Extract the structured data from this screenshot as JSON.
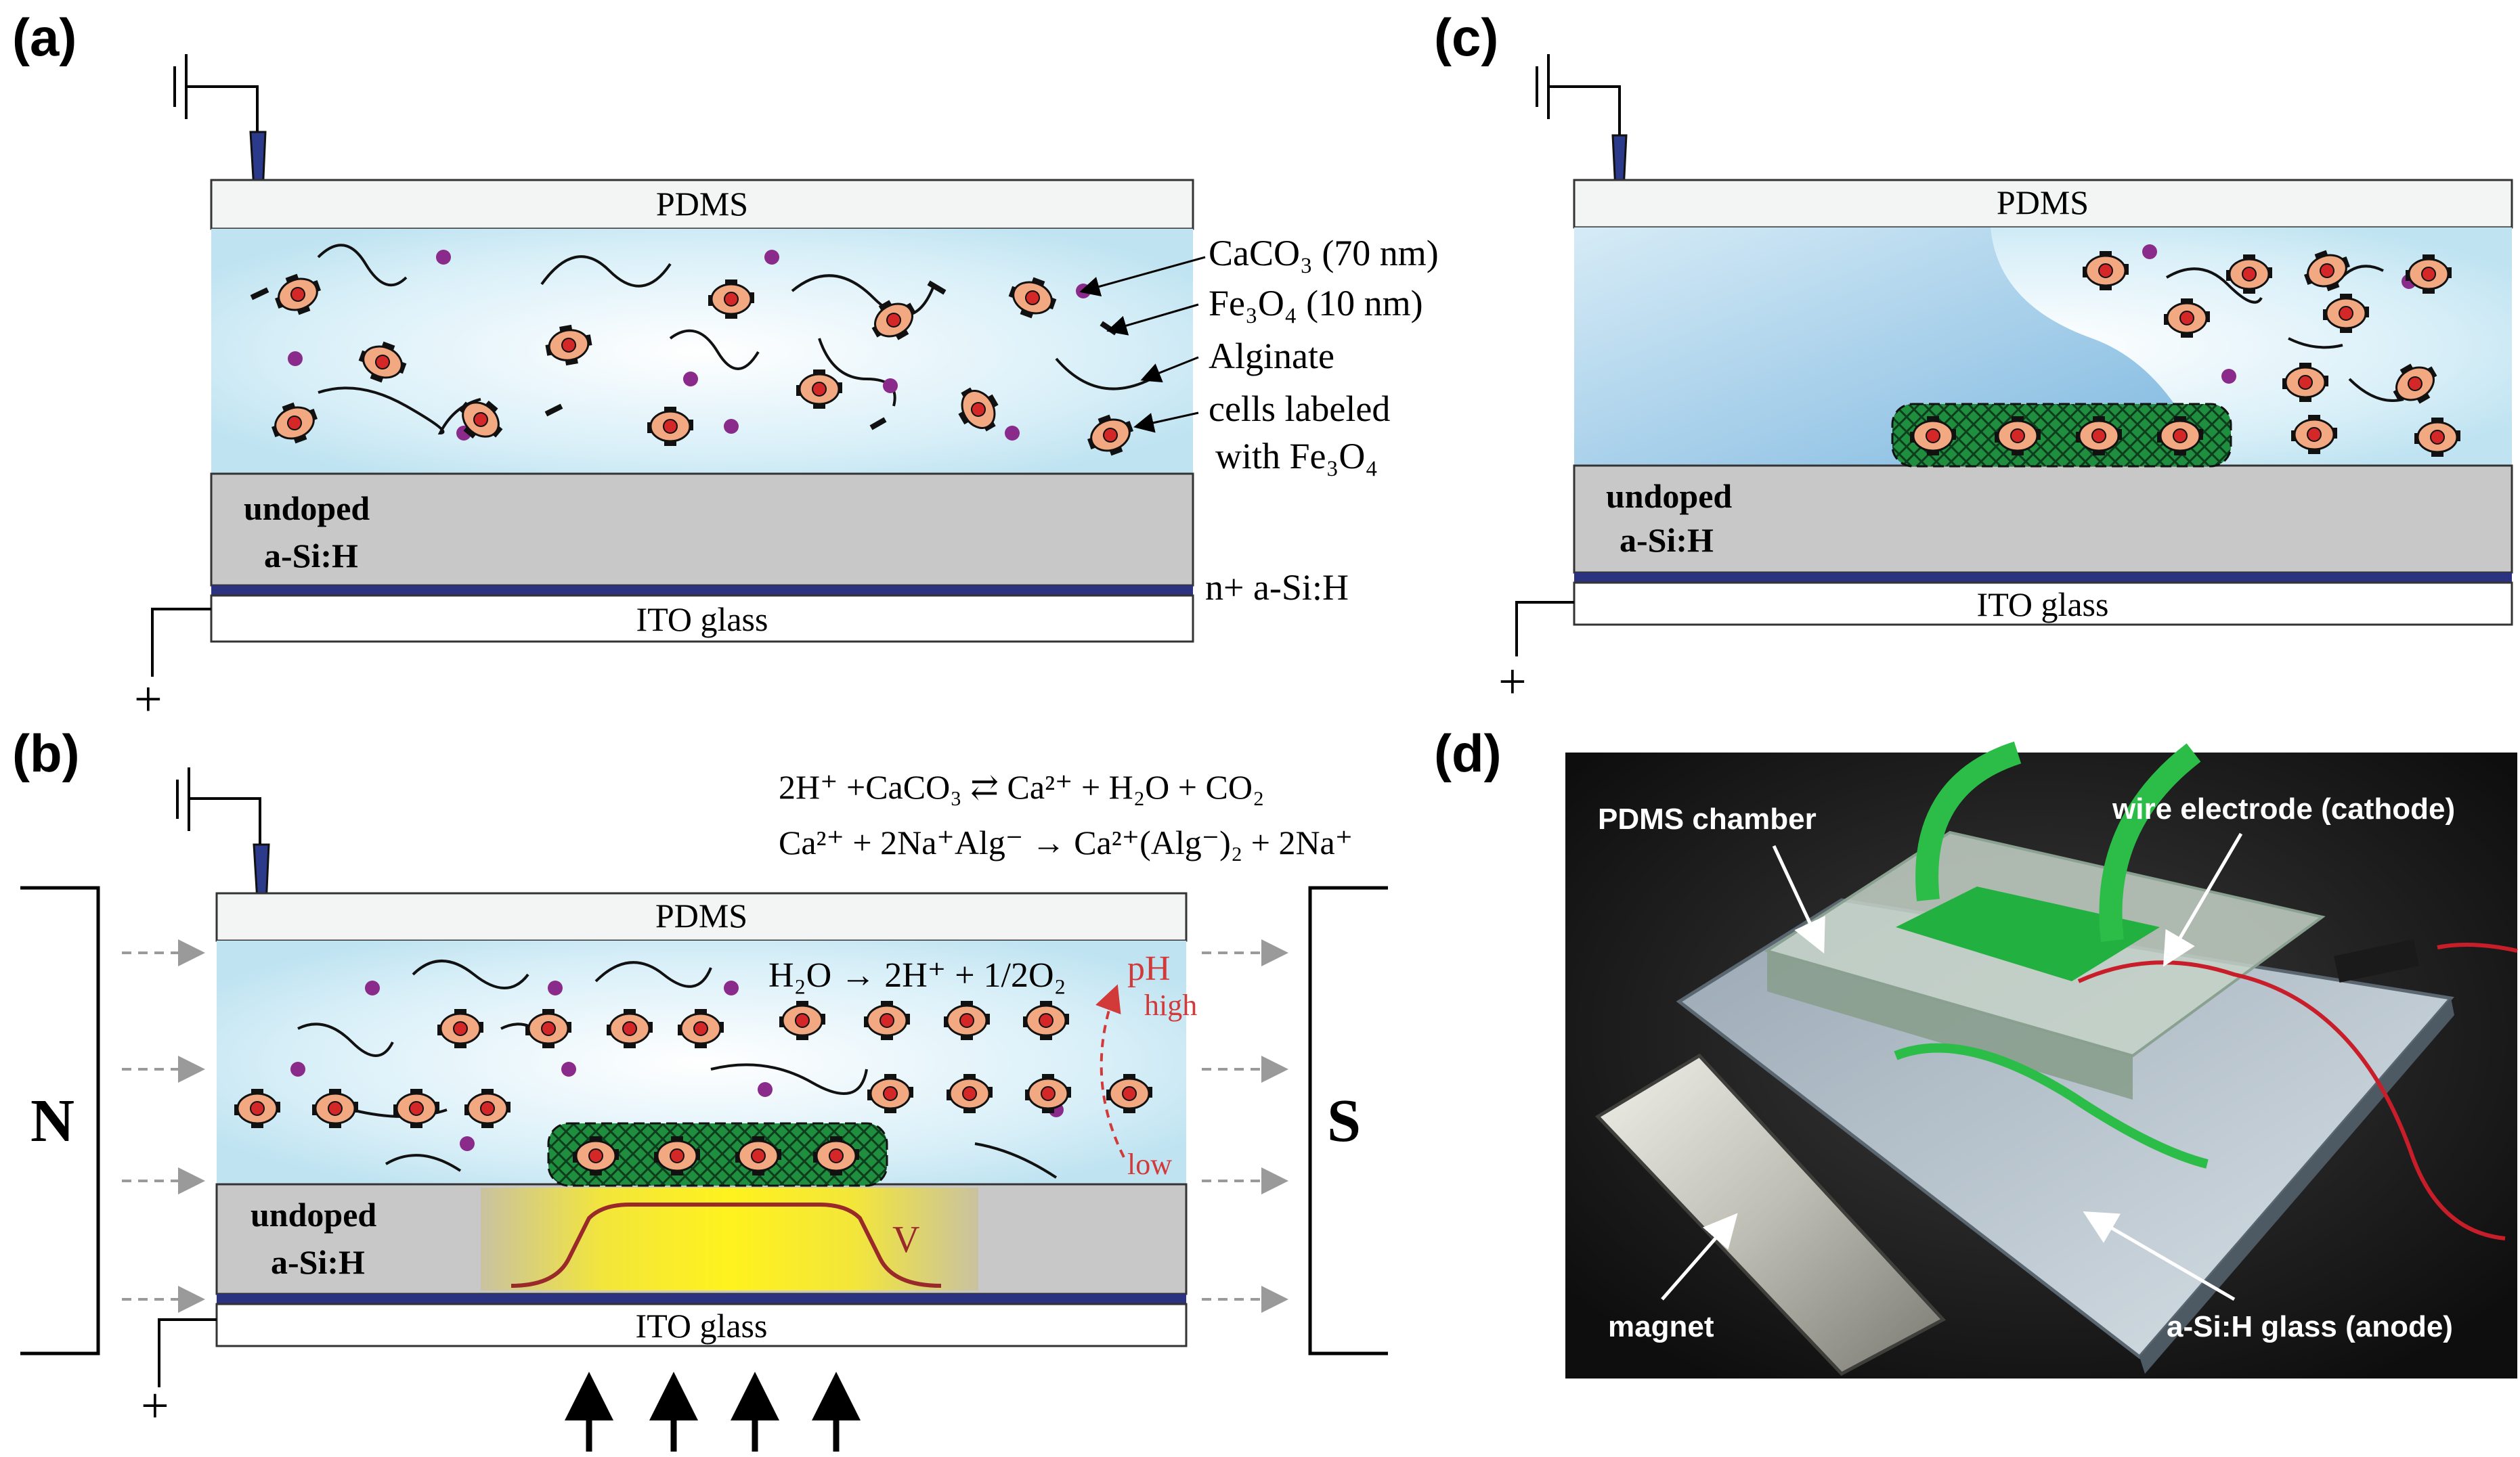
{
  "panels": {
    "a": {
      "label": "(a)",
      "pdms": "PDMS",
      "layer_undoped_1": "undoped",
      "layer_undoped_2": "a-Si:H",
      "ito": "ITO glass",
      "plus": "+",
      "annot_caco3": "CaCO₃ (70 nm)",
      "annot_fe3o4": "Fe₃O₄ (10 nm)",
      "annot_alginate": "Alginate",
      "annot_cells_1": "cells labeled",
      "annot_cells_2": "with Fe₃O₄",
      "annot_nplus": "n+ a-Si:H"
    },
    "b": {
      "label": "(b)",
      "pdms": "PDMS",
      "layer_undoped_1": "undoped",
      "layer_undoped_2": "a-Si:H",
      "ito": "ITO glass",
      "plus": "+",
      "pole_n": "N",
      "pole_s": "S",
      "eq1": "2H⁺ +CaCO₃ ⇄ Ca²⁺ + H₂O + CO₂",
      "eq2": "Ca²⁺ + 2Na⁺Alg⁻ → Ca²⁺(Alg⁻)₂ + 2Na⁺",
      "eq3": "H₂O → 2H⁺ + 1/2O₂",
      "ph": "pH",
      "ph_high": "high",
      "ph_low": "low",
      "v": "V"
    },
    "c": {
      "label": "(c)",
      "pdms": "PDMS",
      "layer_undoped_1": "undoped",
      "layer_undoped_2": "a-Si:H",
      "ito": "ITO glass",
      "plus": "+"
    },
    "d": {
      "label": "(d)",
      "pdms_chamber": "PDMS chamber",
      "wire_electrode": "wire electrode (cathode)",
      "magnet": "magnet",
      "asih_glass": "a-Si:H glass (anode)"
    }
  },
  "colors": {
    "fluid": "#cde9f3",
    "pdms_fill": "#f2f4f4",
    "asih_gray": "#c8c8c8",
    "n_plus_blue": "#2b3380",
    "ph_red": "#d23a3a",
    "light_bar": "#f0e020",
    "gel_green": "#1e8a3c",
    "cell_body": "#f2a880",
    "cell_nucleus": "#d42828",
    "fe3o4_dot": "#8a2a8a",
    "photo_bg": "#151515",
    "photo_green": "#22b040"
  }
}
